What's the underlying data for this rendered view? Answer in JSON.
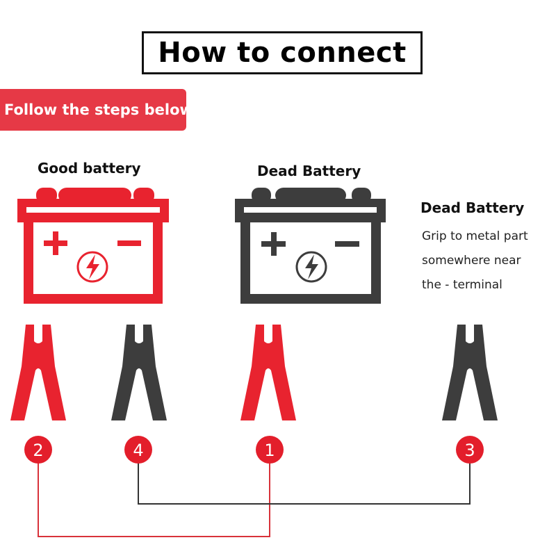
{
  "header": {
    "title": "How to connect",
    "banner": "Follow the steps below"
  },
  "colors": {
    "red": "#e8232f",
    "dark": "#3d3d3d",
    "banner": "#e63946"
  },
  "batteries": [
    {
      "label": "Good battery",
      "color": "red",
      "icon": "battery-icon"
    },
    {
      "label": "Dead Battery",
      "color": "dark",
      "icon": "battery-icon"
    }
  ],
  "note": {
    "title": "Dead Battery",
    "lines": [
      "Grip to metal part",
      "somewhere near",
      "the - terminal"
    ]
  },
  "clamps": [
    {
      "color": "red",
      "step": "2",
      "target": "Good battery +"
    },
    {
      "color": "dark",
      "step": "4",
      "target": "Good battery -"
    },
    {
      "color": "red",
      "step": "1",
      "target": "Dead Battery +"
    },
    {
      "color": "dark",
      "step": "3",
      "target": "Dead Battery metal part"
    }
  ]
}
